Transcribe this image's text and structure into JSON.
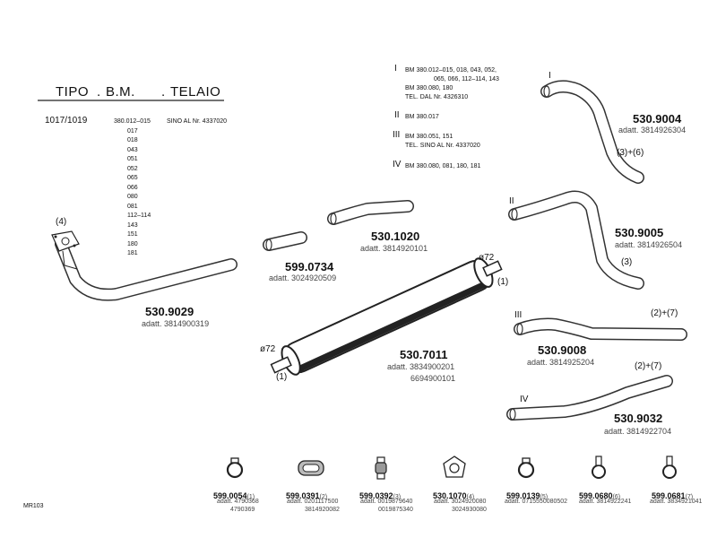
{
  "table": {
    "headers": [
      "TIPO",
      "B.M.",
      "TELAIO"
    ],
    "tipo": "1017/1019",
    "bm_values": [
      "380.012–015",
      "017",
      "018",
      "043",
      "051",
      "052",
      "065",
      "066",
      "080",
      "081",
      "112–114",
      "143",
      "151",
      "180",
      "181"
    ],
    "telaio": "SINO AL Nr. 4337020"
  },
  "legend": [
    {
      "roman": "I",
      "lines": [
        "BM 380.012–015, 018, 043, 052,",
        "065, 066, 112–114, 143",
        "BM 380.080, 180",
        "TEL. DAL Nr. 4326310"
      ]
    },
    {
      "roman": "II",
      "lines": [
        "BM 380.017"
      ]
    },
    {
      "roman": "III",
      "lines": [
        "BM 380.051, 151",
        "TEL. SINO AL Nr. 4337020"
      ]
    },
    {
      "roman": "IV",
      "lines": [
        "BM 380.080, 081, 180, 181"
      ]
    }
  ],
  "parts": {
    "p9029": {
      "number": "530.9029",
      "adatt": "adatt. 3814900319",
      "note": "(4)"
    },
    "p0734": {
      "number": "599.0734",
      "adatt": "adatt. 3024920509"
    },
    "p1020": {
      "number": "530.1020",
      "adatt": "adatt. 3814920101"
    },
    "p7011": {
      "number": "530.7011",
      "adatt1": "adatt. 3834900201",
      "adatt2": "6694900101",
      "dia_left": "ø72",
      "dia_right": "ø72",
      "note_left": "(1)",
      "note_right": "(1)"
    },
    "p9004": {
      "number": "530.9004",
      "adatt": "adatt. 3814926304",
      "note": "(3)+(6)",
      "roman": "I"
    },
    "p9005": {
      "number": "530.9005",
      "adatt": "adatt. 3814926504",
      "note": "(3)",
      "roman": "II"
    },
    "p9008": {
      "number": "530.9008",
      "adatt": "adatt. 3814925204",
      "note": "(2)+(7)",
      "roman": "III"
    },
    "p9032": {
      "number": "530.9032",
      "adatt": "adatt. 3814922704",
      "note": "(2)+(7)",
      "roman": "IV"
    }
  },
  "accessories": [
    {
      "number": "599.0054",
      "ref": "(1)",
      "adatt": [
        "adatt. 4790368",
        "4790369"
      ],
      "icon": "clamp-icon"
    },
    {
      "number": "599.0391",
      "ref": "(2)",
      "adatt": [
        "adatt. 0201117500",
        "3814920082"
      ],
      "icon": "rubber-mount-icon"
    },
    {
      "number": "599.0392",
      "ref": "(3)",
      "adatt": [
        "adatt. 0019879640",
        "0019875340"
      ],
      "icon": "hanger-icon"
    },
    {
      "number": "530.1070",
      "ref": "(4)",
      "adatt": [
        "adatt. 3024920080",
        "3024930080"
      ],
      "icon": "gasket-icon"
    },
    {
      "number": "599.0139",
      "ref": "(5)",
      "adatt": [
        "adatt. 0715550080502"
      ],
      "icon": "clamp-icon"
    },
    {
      "number": "599.0680",
      "ref": "(6)",
      "adatt": [
        "adatt. 3814922241"
      ],
      "icon": "bracket-clamp-icon"
    },
    {
      "number": "599.0681",
      "ref": "(7)",
      "adatt": [
        "adatt. 3834921041"
      ],
      "icon": "bracket-clamp-icon"
    }
  ],
  "footer_code": "MR103"
}
